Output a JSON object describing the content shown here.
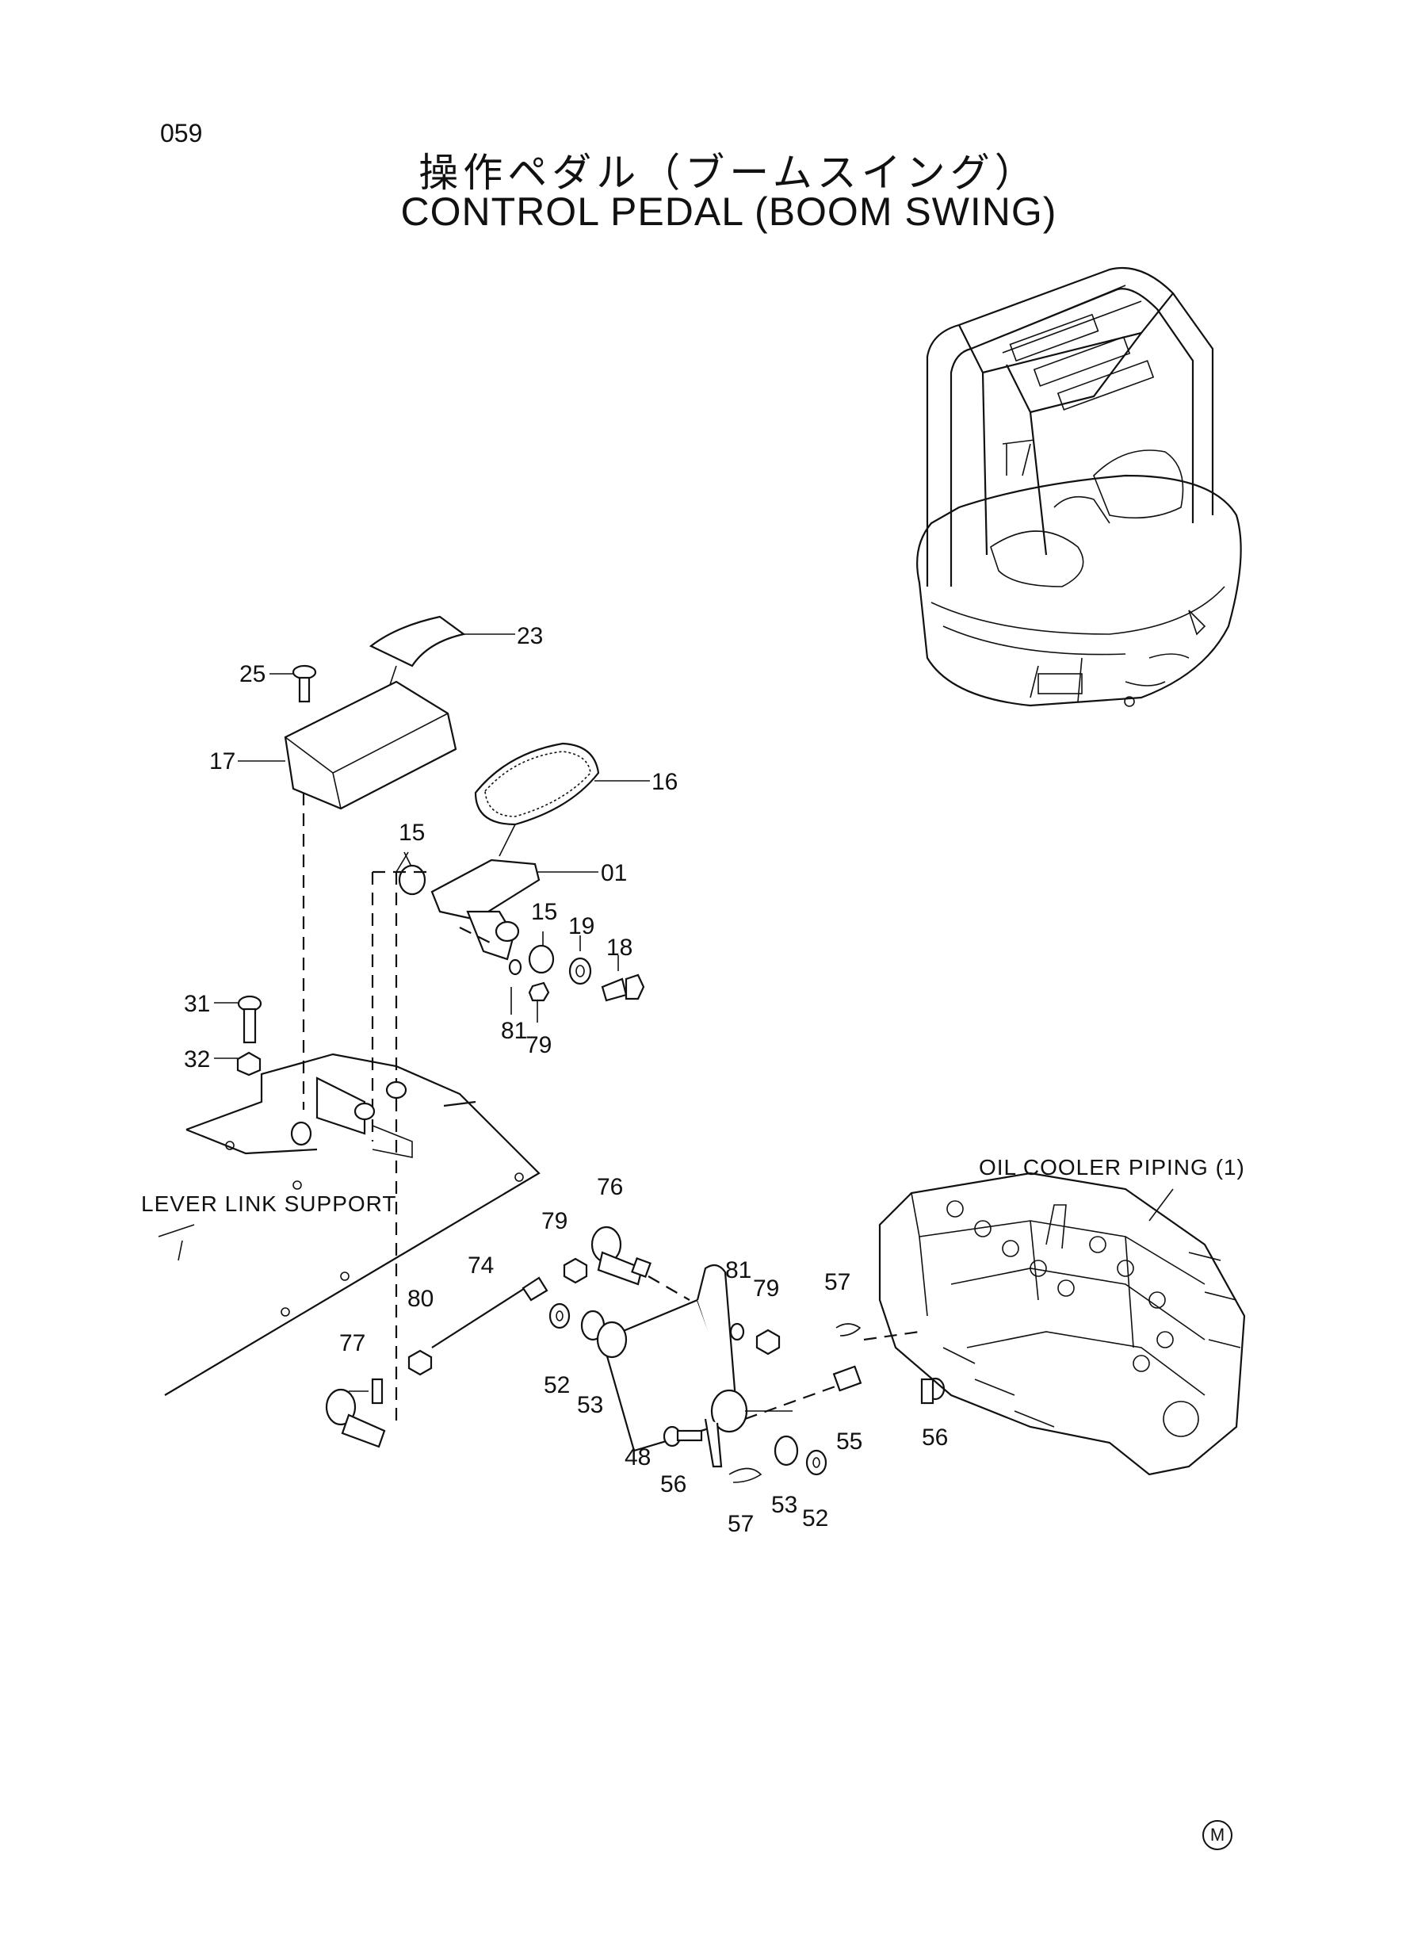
{
  "page_number": "059",
  "title_ja": "操作ペダル（ブームスイング）",
  "title_en": "CONTROL PEDAL (BOOM SWING)",
  "reference_labels": {
    "oil_cooler_piping": "OIL COOLER PIPING (1)",
    "lever_link_support": "LEVER LINK SUPPORT"
  },
  "callouts": {
    "c23": "23",
    "c25": "25",
    "c17": "17",
    "c16": "16",
    "c15a": "15",
    "c01": "01",
    "c15b": "15",
    "c19": "19",
    "c18": "18",
    "c81a": "81",
    "c79a": "79",
    "c31": "31",
    "c32": "32",
    "c76": "76",
    "c79b": "79",
    "c74": "74",
    "c80": "80",
    "c77": "77",
    "c52a": "52",
    "c53a": "53",
    "c48": "48",
    "c81b": "81",
    "c79c": "79",
    "c57a": "57",
    "c55": "55",
    "c56a": "56",
    "c56b": "56",
    "c57b": "57",
    "c53b": "53",
    "c52b": "52"
  },
  "corner_mark": "M"
}
